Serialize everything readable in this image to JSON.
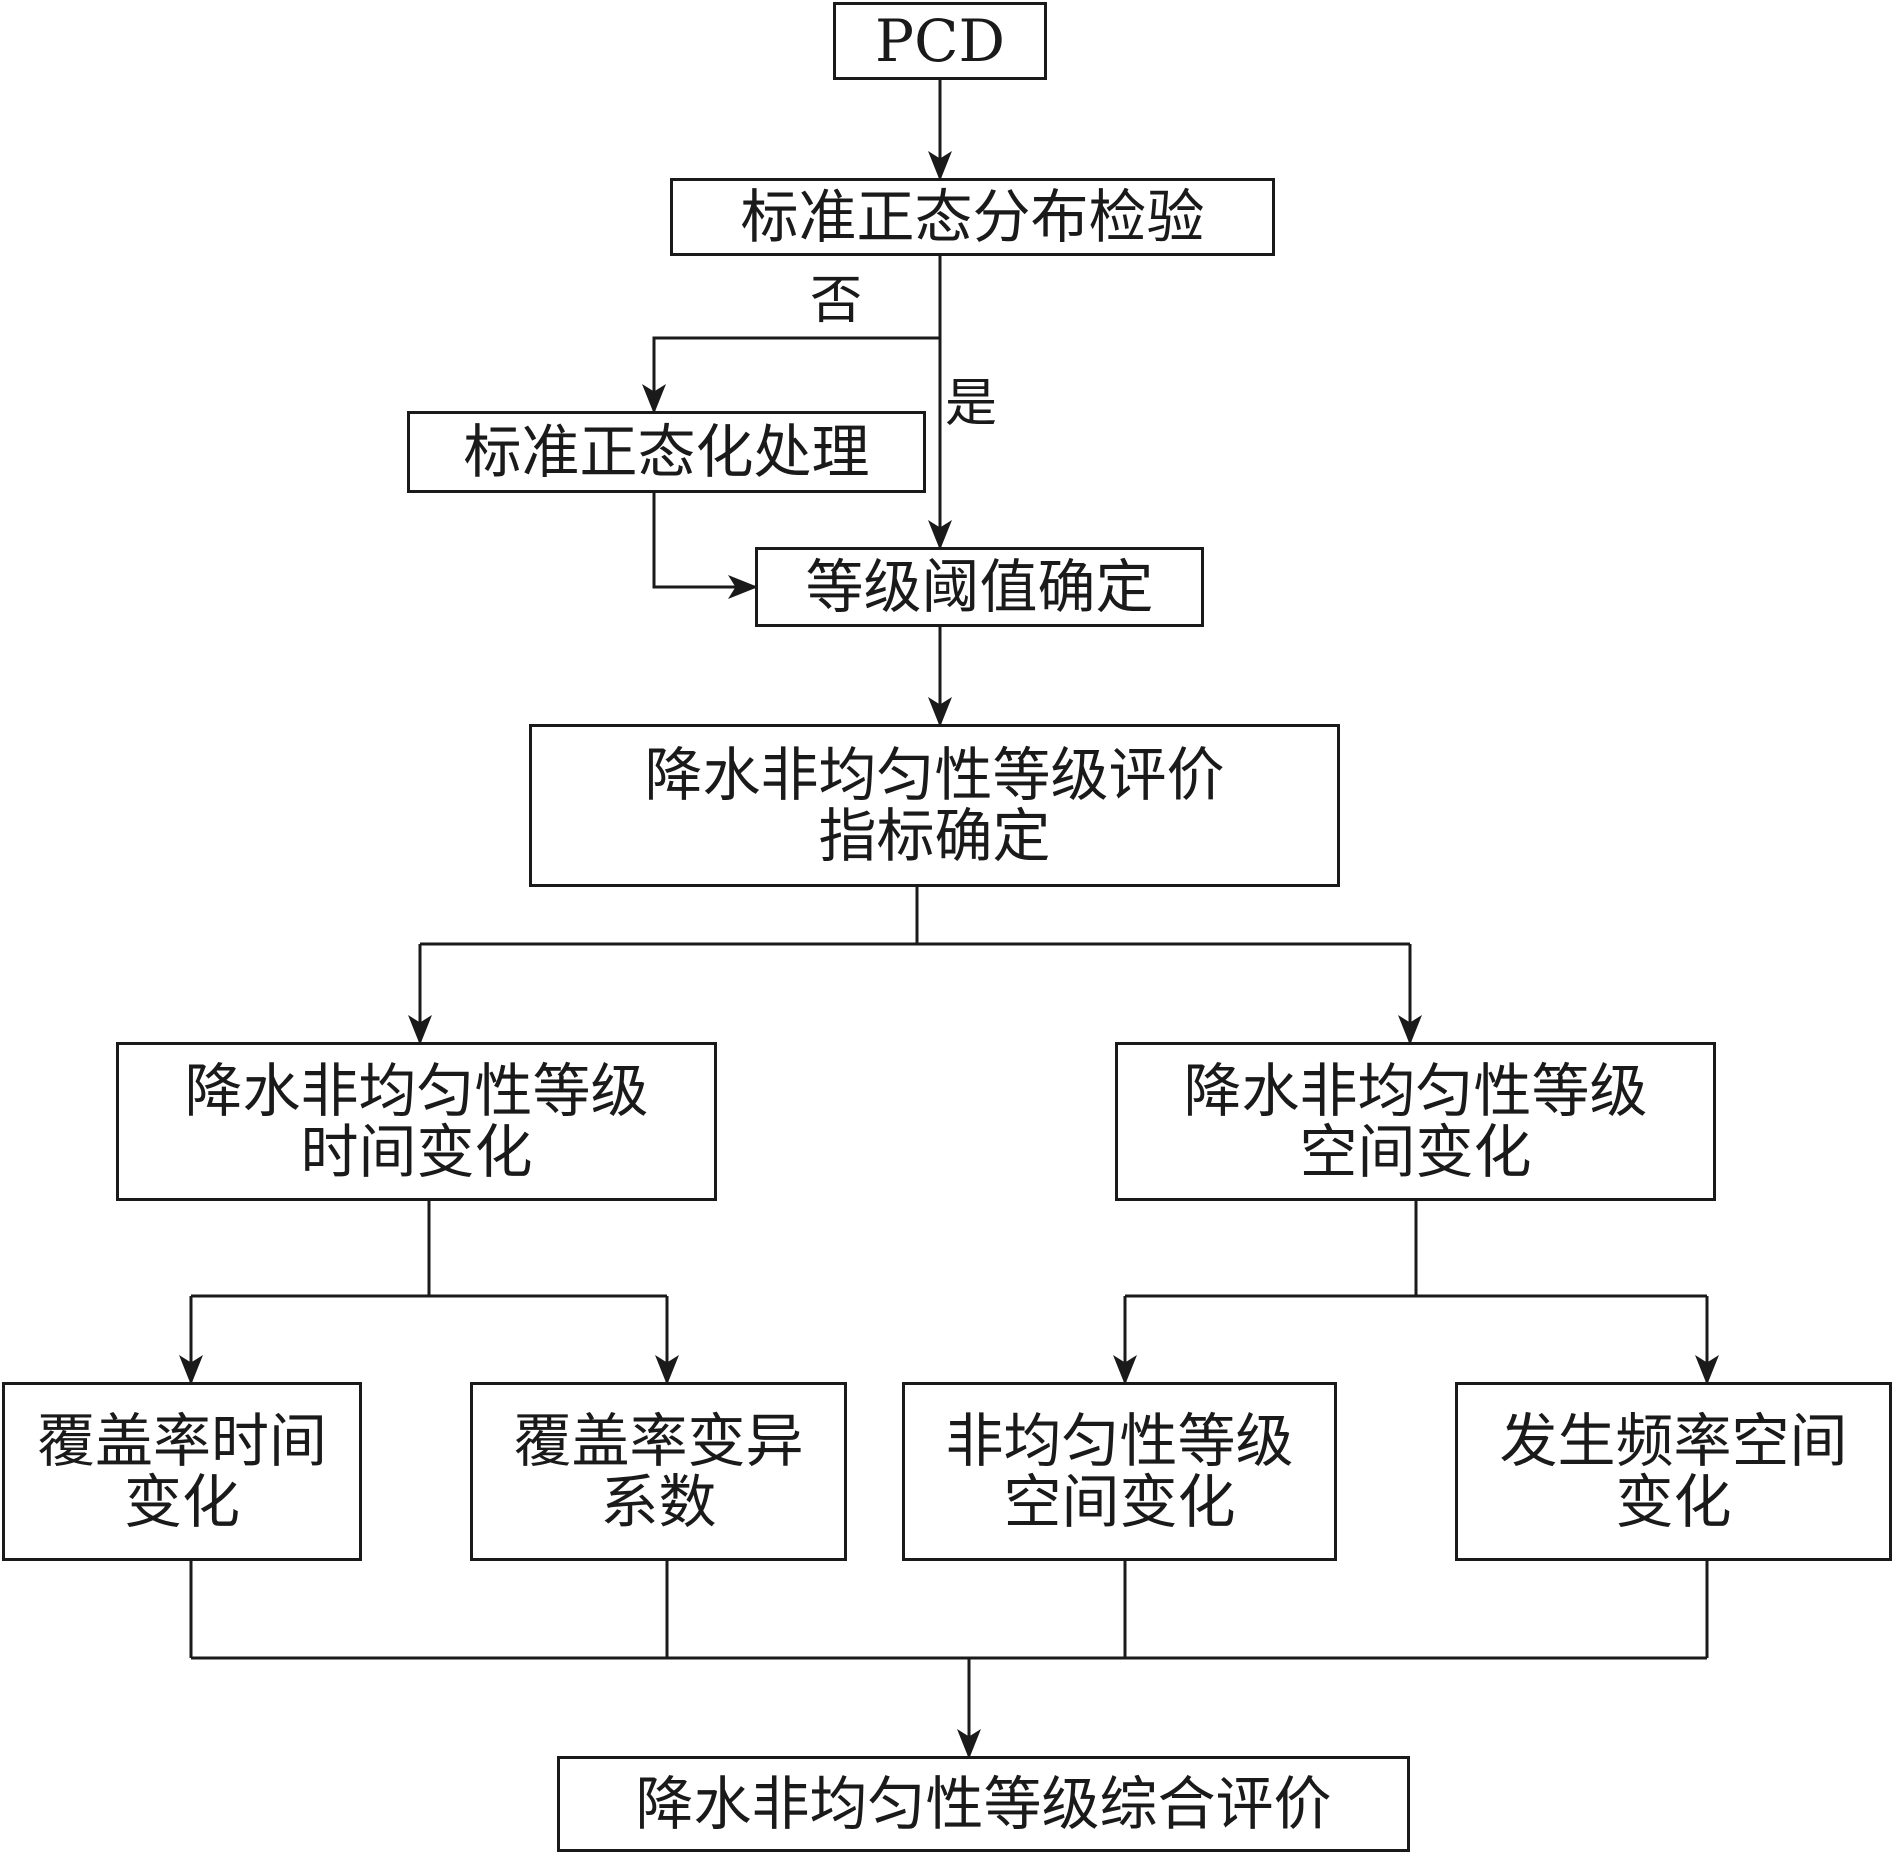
{
  "nodes": {
    "pcd": "PCD",
    "normality_test": "标准正态分布检验",
    "normalization": "标准正态化处理",
    "threshold": "等级阈值确定",
    "index_line1": "降水非均匀性等级评价",
    "index_line2": "指标确定",
    "temporal_line1": "降水非均匀性等级",
    "temporal_line2": "时间变化",
    "spatial_line1": "降水非均匀性等级",
    "spatial_line2": "空间变化",
    "coverage_time_line1": "覆盖率时间",
    "coverage_time_line2": "变化",
    "coverage_cv_line1": "覆盖率变异",
    "coverage_cv_line2": "系数",
    "grade_spatial_line1": "非均匀性等级",
    "grade_spatial_line2": "空间变化",
    "frequency_spatial_line1": "发生频率空间",
    "frequency_spatial_line2": "变化",
    "comprehensive": "降水非均匀性等级综合评价"
  },
  "labels": {
    "no": "否",
    "yes": "是"
  }
}
